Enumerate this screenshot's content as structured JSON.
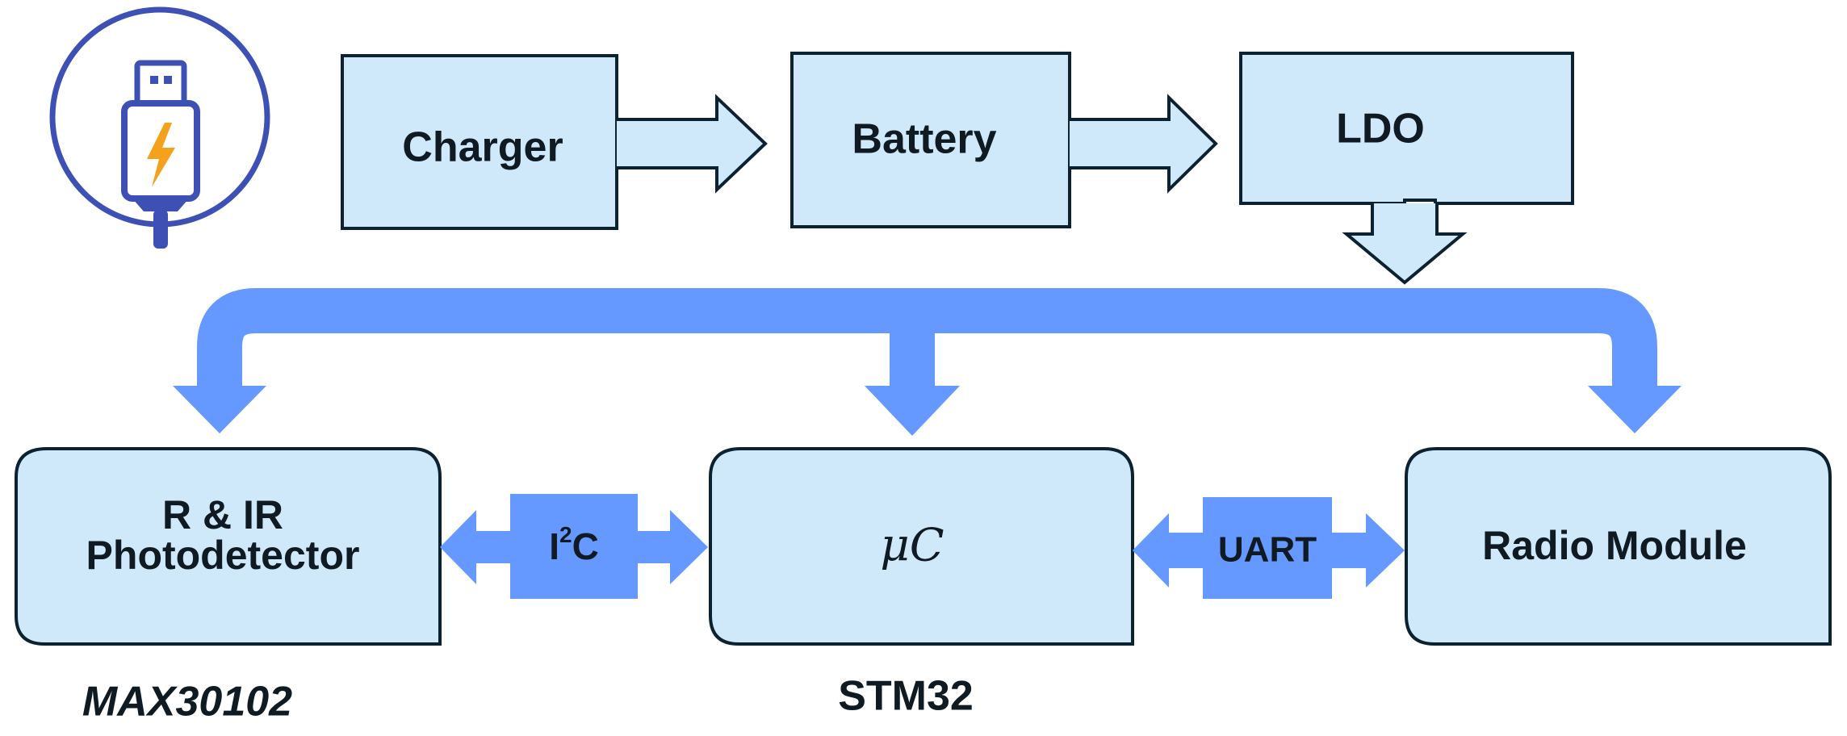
{
  "blocks": {
    "charger": "Charger",
    "battery": "Battery",
    "ldo": "LDO",
    "photodetector_line1": "R & IR",
    "photodetector_line2": "Photodetector",
    "mcu": "μC",
    "radio": "Radio Module"
  },
  "buses": {
    "i2c_main": "I",
    "i2c_sup": "2",
    "i2c_tail": "C",
    "uart": "UART"
  },
  "parts": {
    "sensor": "MAX30102",
    "mcu": "STM32"
  },
  "colors": {
    "block_fill": "#cfe9fb",
    "block_stroke": "#0d2230",
    "bus_blue": "#6699ff",
    "icon_ring": "#3d50b4",
    "bolt": "#f4a11c"
  }
}
